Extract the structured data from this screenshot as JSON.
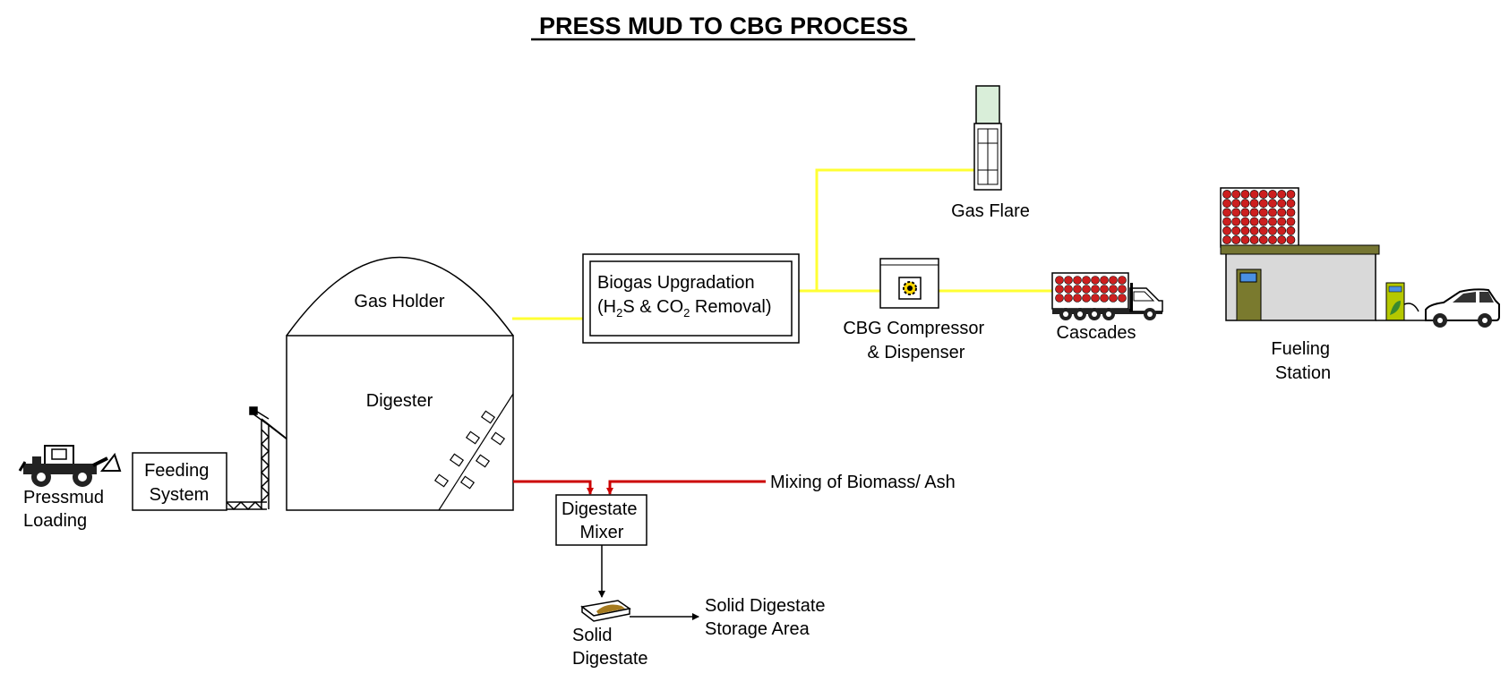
{
  "title": "PRESS MUD TO CBG PROCESS",
  "nodes": {
    "pressmud_loading": [
      "Pressmud",
      "Loading"
    ],
    "feeding_system": [
      "Feeding",
      "System"
    ],
    "gas_holder": "Gas Holder",
    "digester": "Digester",
    "biogas_upgradation": {
      "line1": "Biogas Upgradation",
      "line2": {
        "p1": "(H",
        "s1": "2",
        "p2": "S & CO",
        "s2": "2",
        "p3": " Removal)"
      }
    },
    "gas_flare": "Gas Flare",
    "cbg_compressor": [
      "CBG Compressor",
      "& Dispenser"
    ],
    "cascades": "Cascades",
    "fueling_station": [
      "Fueling",
      "Station"
    ],
    "digestate_mixer": [
      "Digestate",
      "Mixer"
    ],
    "mixing_input": "Mixing of Biomass/ Ash",
    "solid_digestate": [
      "Solid",
      "Digestate"
    ],
    "storage_area": [
      "Solid Digestate",
      "Storage Area"
    ]
  },
  "colors": {
    "gas_line": "#ffff33",
    "digestate_line": "#cc0000",
    "cylinder": "#cc1f1f",
    "building_wall": "#d9d9d9",
    "roof": "#757532",
    "door": "#7a7a2e",
    "flare_top": "#d9eed9",
    "dispenser": "#b5c800",
    "digestate_pile": "#a57a1e"
  },
  "icons": [
    "loader-truck-icon",
    "conveyor-icon",
    "compressor-icon",
    "cascade-truck-icon",
    "gas-dispenser-icon",
    "car-icon",
    "gas-flare-icon",
    "digestate-tray-icon"
  ]
}
